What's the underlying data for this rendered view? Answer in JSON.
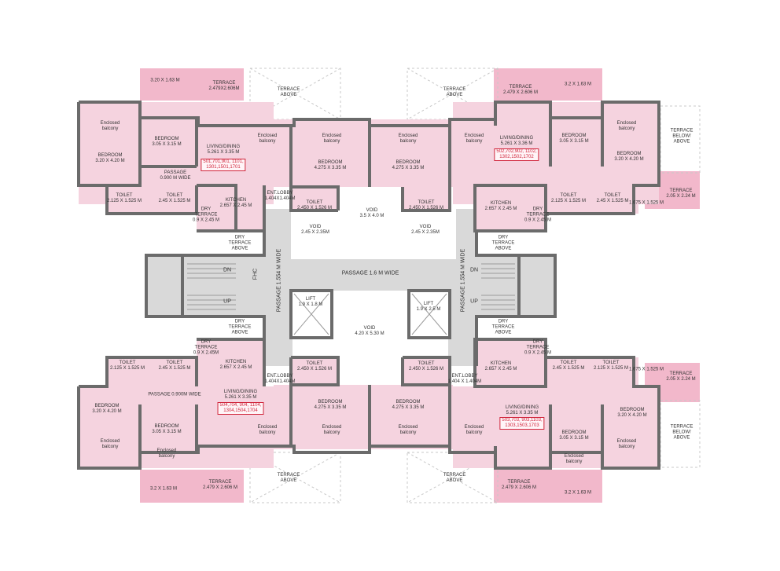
{
  "colors": {
    "room_fill": "#f5d3df",
    "terrace_fill": "#f2b8cb",
    "wall": "#6b6b6b",
    "core_fill": "#d9d9d9",
    "unit_no_text": "#d0243a"
  },
  "labels": {
    "t_tl_dim": "3.20 X 1.63 M",
    "t_tl": "TERRACE\n2.479X2.606M",
    "t_above_tl": "TERRACE\nABOVE",
    "t_above_tr": "TERRACE\nABOVE",
    "t_tr": "TERRACE\n2.479 X 2.606 M",
    "t_tr_dim": "3.2 X 1.63 M",
    "eb_tl": "Enclosed\nbalcony",
    "bed_tl": "BEDROOM\n3.20 X 4.20 M",
    "bed2_tl": "BEDROOM\n3.05 X 3.15 M",
    "liv_tl": "LIVING/DINING\n5.261 X 3.35 M",
    "eb_tl2": "Enclosed\nbalcony",
    "eb_tc1": "Enclosed\nbalcony",
    "bed_tc1": "BEDROOM\n4.275 X 3.35 M",
    "eb_tc2": "Enclosed\nbalcony",
    "bed_tc2": "BEDROOM\n4.275 X 3.35 M",
    "eb_tr2": "Enclosed\nbalcony",
    "liv_tr": "LIVING/DINING\n5.261 X 3.36 M",
    "bed2_tr": "BEDROOM\n3.05 X 3.15 M",
    "eb_tr": "Enclosed\nbalcony",
    "bed_tr": "BEDROOM\n3.20 X 4.20 M",
    "t_below_tr": "TERRACE\nBELOW/\nABOVE",
    "passage_tl": "PASSAGE\n0.900 M WIDE",
    "toilet_tl1": "TOILET\n2.125 X 1.525 M",
    "toilet_tl2": "TOILET\n2.45 X 1.525 M",
    "kit_tl": "KITCHEN\n2.657 X 2.45 M",
    "dry_tl": "DRY\nTERRACE\n0.9 X 2.45 M",
    "lobby_tl": "ENT.LOBBY\n1.404X1.404M",
    "toilet_tc1": "TOILET\n2.450 X 1.526 M",
    "void_top": "VOID\n3.5 X 4.0 M",
    "toilet_tc2": "TOILET\n2.450 X 1.526 M",
    "kit_tr": "KITCHEN\n2.657 X 2.45 M",
    "dry_tr": "DRY\nTERRACE\n0.9 X 2.45 M",
    "toilet_tr1": "TOILET\n2.125 X 1.525 M",
    "toilet_tr2": "TOILET\n2.45 X 1.525 M",
    "t_tr_side": "TERRACE\n2.05 X 2.24 M",
    "dim_1675_top": "1.675 X 1.525 M",
    "void_l": "VOID\n2.45 X 2.35M",
    "void_r": "VOID\n2.45 X 2.35M",
    "dry_above_tl": "DRY\nTERRACE\nABOVE",
    "dry_above_tr": "DRY\nTERRACE\nABOVE",
    "passage_h": "PASSAGE 1.6 M WIDE",
    "passage_vl": "PASSAGE 1.554 M WIDE",
    "passage_vr": "PASSAGE 1.554 M WIDE",
    "dn_l": "DN",
    "up_l": "UP",
    "fhc": "FHC",
    "dn_r": "DN",
    "up_r": "UP",
    "lift_l": "LIFT\n1.9 X 1.8 M",
    "lift_r": "LIFT\n1.9 X 2.5 M",
    "void_center": "VOID\n4.20 X 5.30 M",
    "dry_above_bl": "DRY\nTERRACE\nABOVE",
    "dry_above_br": "DRY\nTERRACE\nABOVE",
    "toilet_bl1": "TOILET\n2.125 X 1.525 M",
    "toilet_bl2": "TOILET\n2.45 X 1.525 M",
    "dry_bl": "DRY\nTERRACE\n0.9 X 2.45M",
    "kit_bl": "KITCHEN\n2.657 X 2.45 M",
    "lobby_bl": "ENT.LOBBY\n1.404X1.404M",
    "toilet_bc1": "TOILET\n2.450 X 1.526 M",
    "toilet_bc2": "TOILET\n2.450 X 1.526 M",
    "lobby_br": "ENT.LOBBY\n1.404 X 1.404M",
    "kit_br": "KITCHEN\n2.657 X 2.45 M",
    "dry_br": "DRY\nTERRACE\n0.9 X 2.45 M",
    "toilet_br1": "TOILET\n2.45 X 1.525 M",
    "toilet_br2": "TOILET\n2.125 X 1.525 M",
    "dim_1675_bot": "1.675 X 1.525 M",
    "t_br_side": "TERRACE\n2.05 X 2.24 M",
    "passage_bl": "PASSAGE 0.900M WIDE",
    "bed_bl": "BEDROOM\n3.20 X 4.20 M",
    "bed2_bl": "BEDROOM\n3.05 X 3.15 M",
    "liv_bl": "LIVING/DINING\n5.261 X 3.35 M",
    "bed_bc1": "BEDROOM\n4.275 X 3.35 M",
    "bed_bc2": "BEDROOM\n4.275 X 3.35 M",
    "liv_br": "LIVING/DINING\n5.261 X 3.35 M",
    "bed_br": "BEDROOM\n3.20 X 4.20 M",
    "bed2_br": "BEDROOM\n3.05 X 3.15 M",
    "eb_bl": "Enclosed\nbalcony",
    "eb_bl2": "Enclosed\nbalcony",
    "eb_bl3": "Enclosed\nbalcony",
    "eb_bc1": "Enclosed\nbalcony",
    "eb_bc2": "Enclosed\nbalcony",
    "eb_bc3": "Enclosed\nbalcony",
    "eb_br2": "Enclosed\nbalcony",
    "eb_br": "Enclosed\nbalcony",
    "t_below_br": "TERRACE\nBELOW/\nABOVE",
    "t_above_bl": "TERRACE\nABOVE",
    "t_above_br": "TERRACE\nABOVE",
    "t_bl": "TERRACE\n2.479 X 2.606 M",
    "t_bl_dim": "3.2 X 1.63 M",
    "t_br": "TERRACE\n2.479 X 2.606 M",
    "t_br_dim": "3.2 X 1.63 M"
  },
  "unit_numbers": {
    "tl": "501,701,901, 1101,\n1301,1501,1701",
    "tr": "502,702,902, 1102,\n1302,1502,1702",
    "bl": "504,704, 904, 1104,\n1304,1504,1704",
    "br": "503,703, 903,1103,\n1303,1503,1703"
  }
}
